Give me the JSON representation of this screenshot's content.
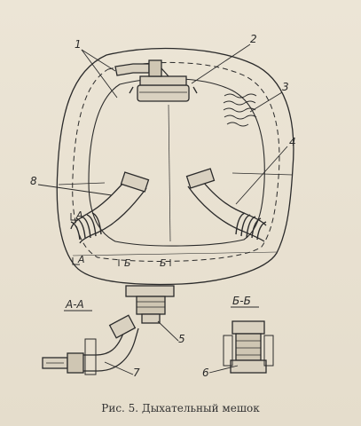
{
  "callouts": {
    "c1": "1",
    "c2": "2",
    "c3": "3",
    "c4": "4",
    "c5": "5",
    "c6": "6",
    "c7": "7",
    "c8": "8"
  },
  "section_marks": {
    "a_left": "A",
    "a_bottom": "A",
    "b_left": "Б",
    "b_right": "Б"
  },
  "section_views": {
    "aa": "А-А",
    "bb": "Б-Б"
  },
  "caption": "Рис. 5. Дыхательный мешок",
  "colors": {
    "paper": "#e9e2d3",
    "ink": "#2a2a2a"
  }
}
